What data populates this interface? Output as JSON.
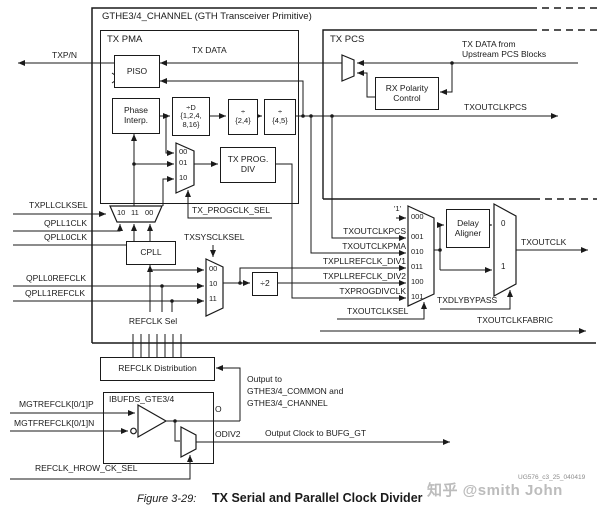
{
  "diagram": {
    "title": "GTHE3/4_CHANNEL (GTH Transceiver Primitive)",
    "sections": {
      "tx_pma": "TX PMA",
      "tx_pcs": "TX PCS"
    },
    "blocks": {
      "piso": "PISO",
      "phase_interp": [
        "Phase",
        "Interp."
      ],
      "div_d": [
        "÷D",
        "{1,2,4,",
        "8,16}"
      ],
      "div_2_4": [
        "÷",
        "{2,4}"
      ],
      "div_4_5": [
        "÷",
        "{4,5}"
      ],
      "tx_prog_div": [
        "TX PROG.",
        "DIV"
      ],
      "rx_polarity": [
        "RX Polarity",
        "Control"
      ],
      "cpll": "CPLL",
      "div_2": "÷2",
      "delay_aligner": [
        "Delay",
        "Aligner"
      ],
      "refclk_sel": "REFCLK Sel",
      "refclk_distribution": "REFCLK Distribution",
      "ibufds": "IBUFDS_GTE3/4"
    },
    "muxes": {
      "prog_mux": [
        "00",
        "01",
        "10"
      ],
      "pll_mux": [
        "10",
        "11",
        "00"
      ],
      "sys_mux": [
        "00",
        "10",
        "11"
      ],
      "out_mux": [
        "000",
        "001",
        "010",
        "011",
        "100",
        "101"
      ],
      "dly_mux": [
        "0",
        "1"
      ],
      "const_one": "'1'"
    },
    "signals": {
      "txpn": "TXP/N",
      "tx_data": "TX DATA",
      "tx_data_from_1": "TX DATA from",
      "tx_data_from_2": "Upstream PCS Blocks",
      "txoutclkpcs": "TXOUTCLKPCS",
      "txpllclksel": "TXPLLCLKSEL",
      "qpll1clk": "QPLL1CLK",
      "qpll0clk": "QPLL0CLK",
      "tx_progclk_sel": "TX_PROGCLK_SEL",
      "txsysclksel": "TXSYSCLKSEL",
      "qpll0refclk": "QPLL0REFCLK",
      "qpll1refclk": "QPLL1REFCLK",
      "txoutclkpma": "TXOUTCLKPMA",
      "txpllrefclk_div1": "TXPLLREFCLK_DIV1",
      "txpllrefclk_div2": "TXPLLREFCLK_DIV2",
      "txprogdivclk": "TXPROGDIVCLK",
      "txoutclksel": "TXOUTCLKSEL",
      "txoutclk": "TXOUTCLK",
      "txdlybypass": "TXDLYBYPASS",
      "txoutclkfabric": "TXOUTCLKFABRIC",
      "mgtrefclk_p": "MGTREFCLK[0/1]P",
      "mgtfrefclk_n": "MGTFREFCLK[0/1]N",
      "refclk_hrow_ck_sel": "REFCLK_HROW_CK_SEL",
      "o": "O",
      "odiv2": "ODIV2",
      "output_clock_bufg": "Output Clock to BUFG_GT",
      "output_to_1": "Output to",
      "output_to_2": "GTHE3/4_COMMON and",
      "output_to_3": "GTHE3/4_CHANNEL"
    },
    "caption": {
      "prefix": "Figure 3-29:",
      "title": "TX Serial and Parallel Clock Divider"
    },
    "doc_id": "UG576_c3_25_040419",
    "watermark": "知乎 @smith John",
    "colors": {
      "line": "#1a1a1a",
      "watermark": "#bcbcbc",
      "doc_id": "#8c8c8c"
    }
  }
}
